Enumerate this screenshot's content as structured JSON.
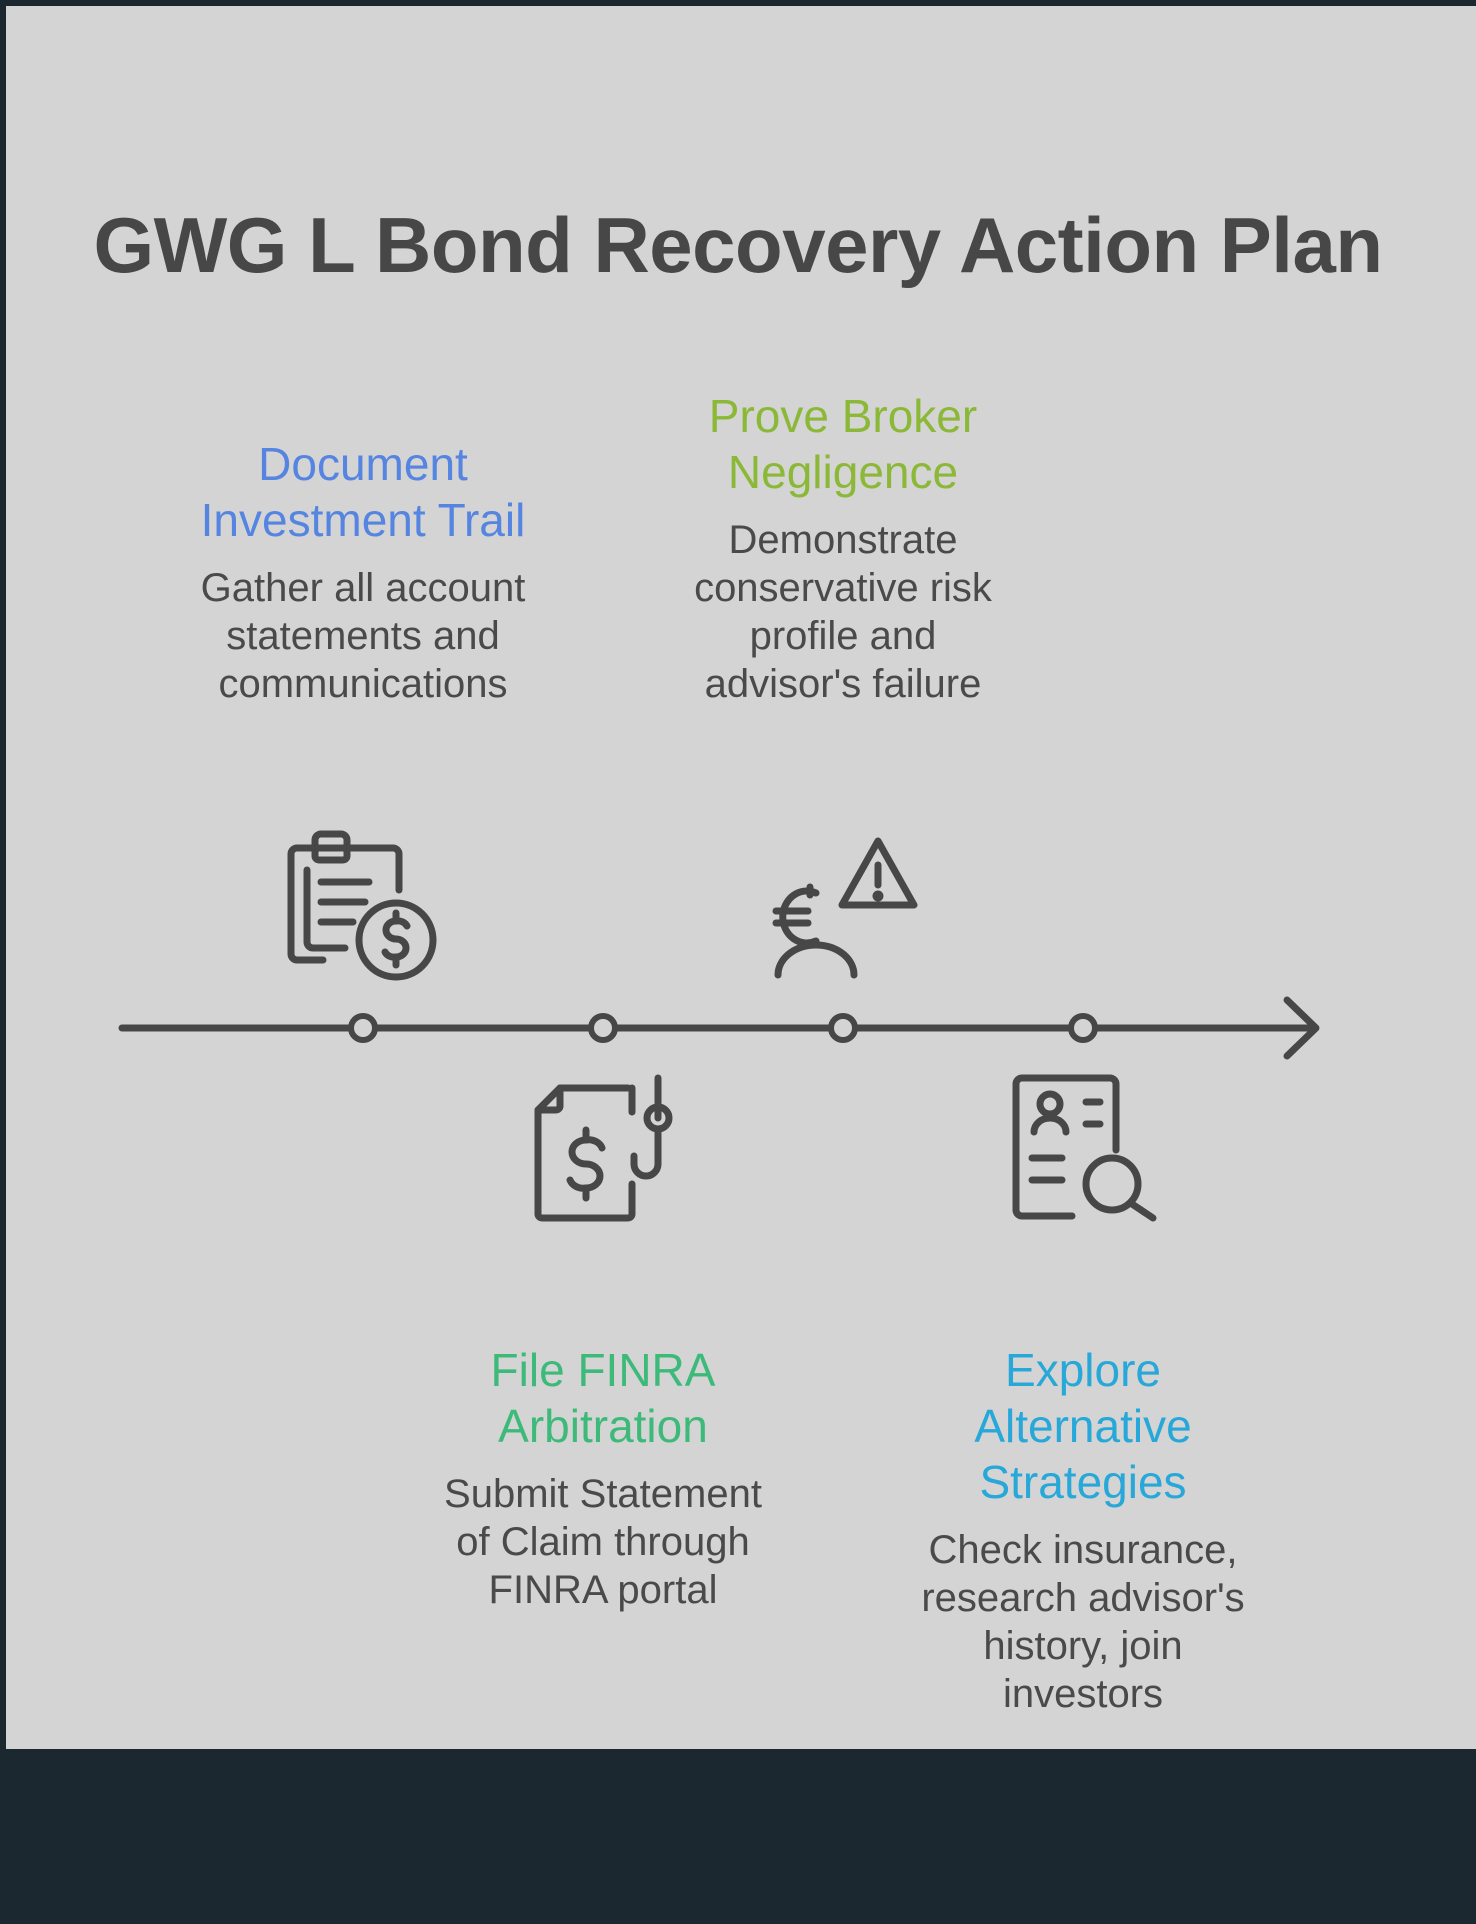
{
  "title": "GWG L Bond Recovery Action Plan",
  "steps": [
    {
      "title_lines": [
        "Document",
        "Investment Trail"
      ],
      "desc_lines": [
        "Gather all account",
        "statements and",
        "communications"
      ],
      "color": "#5585e0",
      "icon": "clipboard-dollar-icon"
    },
    {
      "title_lines": [
        "File FINRA",
        "Arbitration"
      ],
      "desc_lines": [
        "Submit Statement",
        "of Claim through",
        "FINRA portal"
      ],
      "color": "#3dba7a",
      "icon": "document-dollar-hook-icon"
    },
    {
      "title_lines": [
        "Prove Broker",
        "Negligence"
      ],
      "desc_lines": [
        "Demonstrate",
        "conservative risk",
        "profile and",
        "advisor's failure"
      ],
      "color": "#8cb838",
      "icon": "person-currency-warning-icon"
    },
    {
      "title_lines": [
        "Explore",
        "Alternative",
        "Strategies"
      ],
      "desc_lines": [
        "Check insurance,",
        "research advisor's",
        "history, join",
        "investors"
      ],
      "color": "#27a8d8",
      "icon": "profile-search-icon"
    }
  ],
  "colors": {
    "background": "#d4d4d4",
    "footer": "#1b2830",
    "line": "#474747",
    "text": "#4a4a4a"
  }
}
